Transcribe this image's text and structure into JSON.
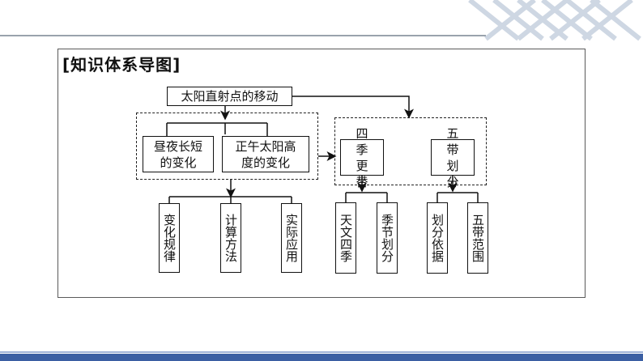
{
  "title": "[知识体系导图]",
  "nodes": {
    "root": "太阳直射点的移动",
    "day_night": "昼夜长短的变化",
    "noon_sun": "正午太阳高度的变化",
    "law": "变化规律",
    "calc": "计算方法",
    "app": "实际应用",
    "seasons": "四季更替",
    "zones": "五带划分",
    "astro_seasons": "天文四季",
    "season_division": "季节划分",
    "basis": "划分依据",
    "zone_range": "五带范围"
  },
  "colors": {
    "line": "#111111",
    "frame": "#5a5a5a",
    "bottom_bar": "#3b5fa3",
    "deco_stripe": "#c9d3e0"
  }
}
